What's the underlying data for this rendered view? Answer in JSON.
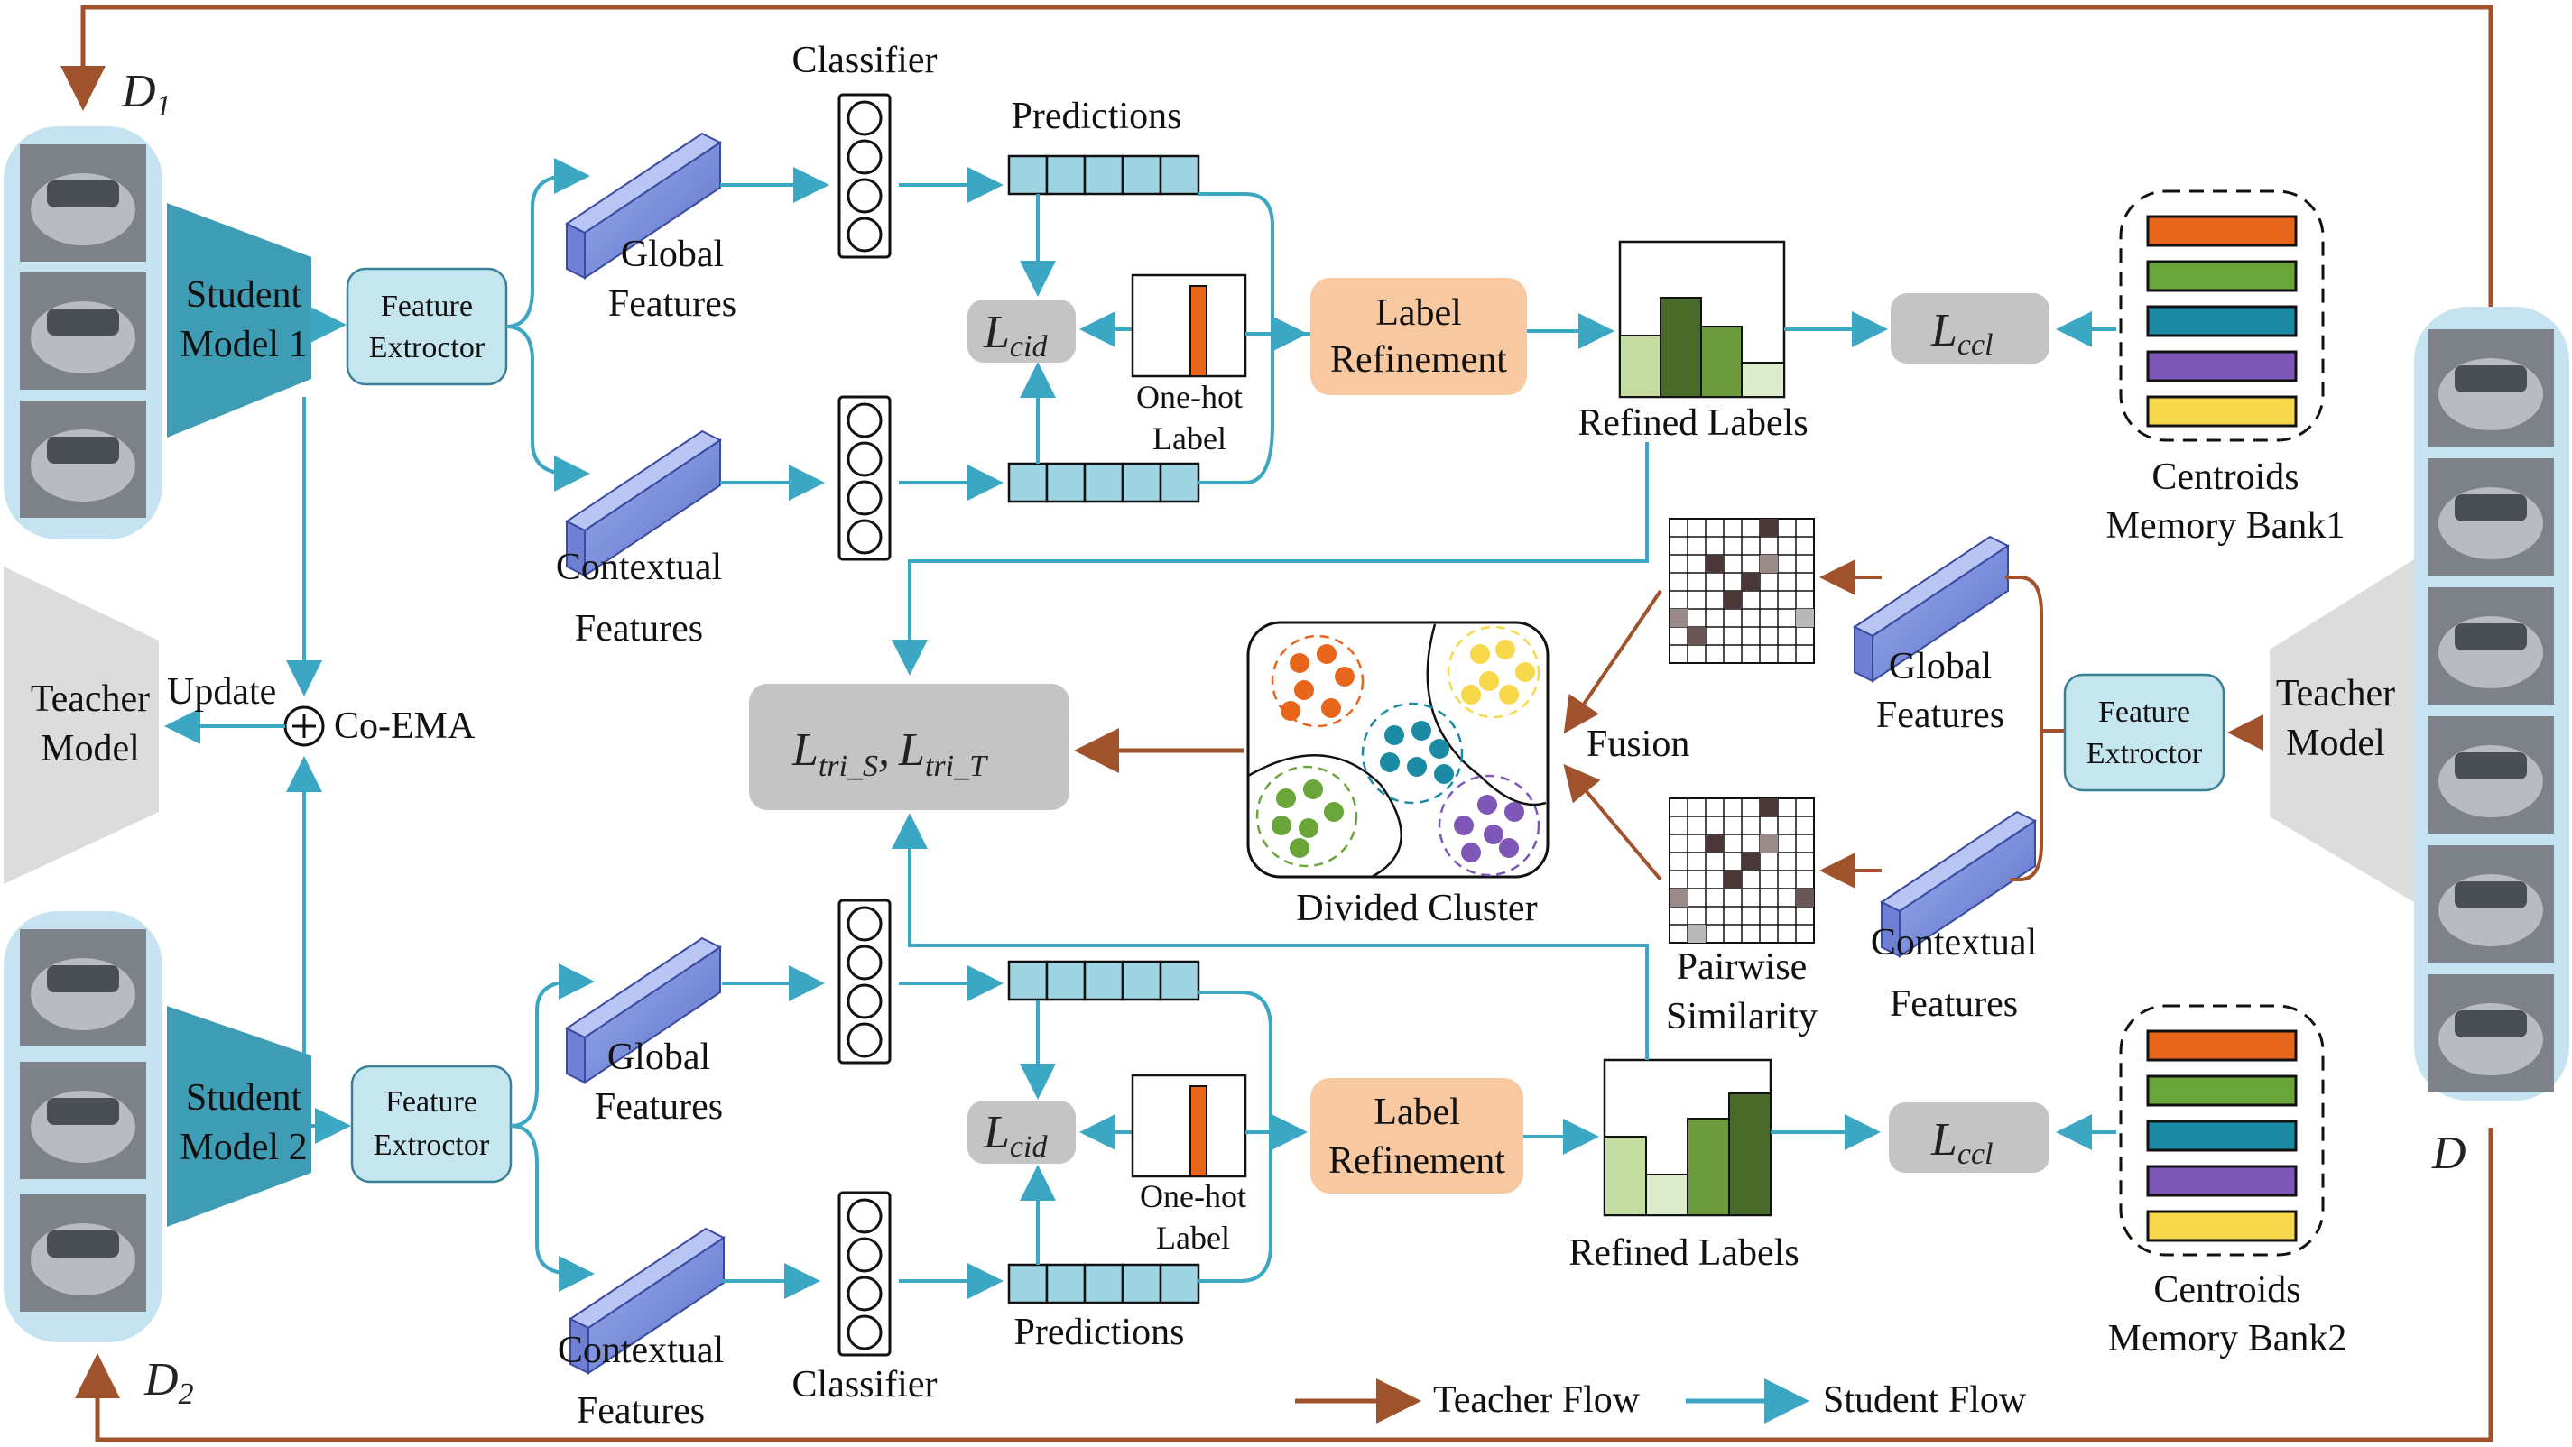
{
  "colors": {
    "student_flow": "#3ba7c2",
    "teacher_flow": "#a0522d",
    "model_teal": "#3e9db5",
    "teacher_gray": "#dcdcdc",
    "feature_box": "#c6e6ef",
    "label_refine": "#f8c8a0",
    "loss_box": "#c4c4c4",
    "bank_orange": "#e8661c",
    "bank_green": "#6aa53a",
    "bank_teal": "#1b8aa5",
    "bank_purple": "#7e57b8",
    "bank_yellow": "#f7d84a"
  },
  "domains": {
    "d1": "D",
    "d1_sub": "1",
    "d2": "D",
    "d2_sub": "2",
    "d": "D"
  },
  "models": {
    "student1": [
      "Student",
      "Model 1"
    ],
    "student2": [
      "Student",
      "Model 2"
    ],
    "teacher_left": [
      "Teacher",
      "Model"
    ],
    "teacher_right": [
      "Teacher",
      "Model"
    ]
  },
  "feature_extractor": [
    "Feature",
    "Extroctor"
  ],
  "update": {
    "label": "Update",
    "co_ema": "Co-EMA"
  },
  "top_branch": {
    "classifier": "Classifier",
    "predictions": "Predictions",
    "global": [
      "Global",
      "Features"
    ],
    "contextual": [
      "Contextual",
      "Features"
    ],
    "one_hot": [
      "One-hot",
      "Label"
    ],
    "label_refinement": [
      "Label",
      "Refinement"
    ],
    "refined_labels": "Refined Labels",
    "memory_bank": [
      "Centroids",
      "Memory Bank1"
    ]
  },
  "bottom_branch": {
    "classifier": "Classifier",
    "predictions": "Predictions",
    "global": [
      "Global",
      "Features"
    ],
    "contextual": [
      "Contextual",
      "Features"
    ],
    "one_hot": [
      "One-hot",
      "Label"
    ],
    "label_refinement": [
      "Label",
      "Refinement"
    ],
    "refined_labels": "Refined Labels",
    "memory_bank": [
      "Centroids",
      "Memory Bank2"
    ]
  },
  "losses": {
    "cid": {
      "main": "L",
      "sub": "cid"
    },
    "ccl": {
      "main": "L",
      "sub": "ccl"
    },
    "tri": {
      "main1": "L",
      "sub1": "tri_S",
      "sep": ",",
      "main2": "L",
      "sub2": "tri_T"
    }
  },
  "center": {
    "divided_cluster": "Divided Cluster",
    "fusion": "Fusion",
    "pairwise": [
      "Pairwise",
      "Similarity"
    ],
    "global": [
      "Global",
      "Features"
    ],
    "contextual": [
      "Contextual",
      "Features"
    ]
  },
  "legend": {
    "teacher": "Teacher Flow",
    "student": "Student Flow"
  }
}
